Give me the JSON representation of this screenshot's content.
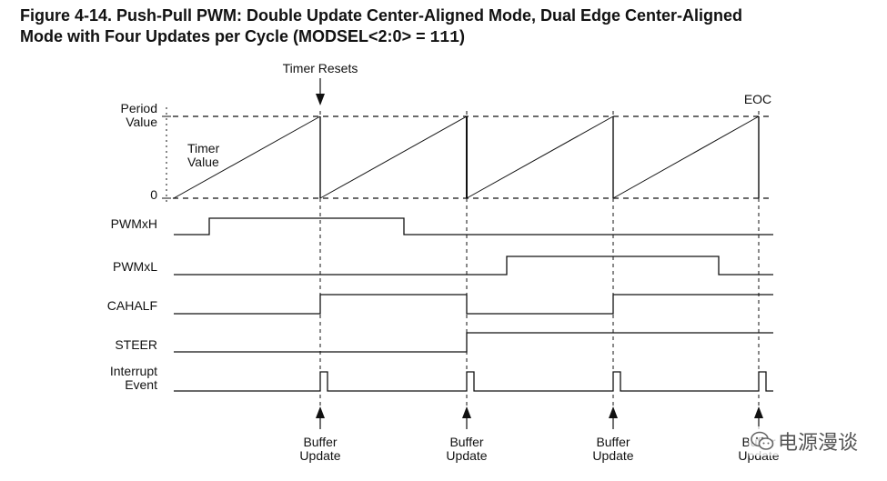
{
  "figure": {
    "title_line1": "Figure 4-14.  Push-Pull PWM: Double Update Center-Aligned Mode, Dual Edge Center-Aligned",
    "title_line2_prefix": "Mode with Four Updates per Cycle (MODSEL<2:0> = ",
    "title_line2_code": "111",
    "title_line2_suffix": ")"
  },
  "annotations": {
    "timer_resets": "Timer Resets",
    "eoc": "EOC",
    "timer_value_line1": "Timer",
    "timer_value_line2": "Value",
    "buffer_update_line1": "Buffer",
    "buffer_update_line2": "Update"
  },
  "axis": {
    "period_line1": "Period",
    "period_line2": "Value",
    "zero": "0"
  },
  "signals": [
    {
      "id": "pwmxh",
      "label": "PWMxH"
    },
    {
      "id": "pwmxl",
      "label": "PWMxL"
    },
    {
      "id": "cahalf",
      "label": "CAHALF"
    },
    {
      "id": "steer",
      "label": "STEER"
    },
    {
      "id": "interrupt",
      "label_line1": "Interrupt",
      "label_line2": "Event"
    }
  ],
  "buffer_update_count": 4,
  "watermark": {
    "text": "电源漫谈",
    "icon": "wechat-icon"
  },
  "colors": {
    "line": "#111111",
    "background": "#ffffff"
  }
}
